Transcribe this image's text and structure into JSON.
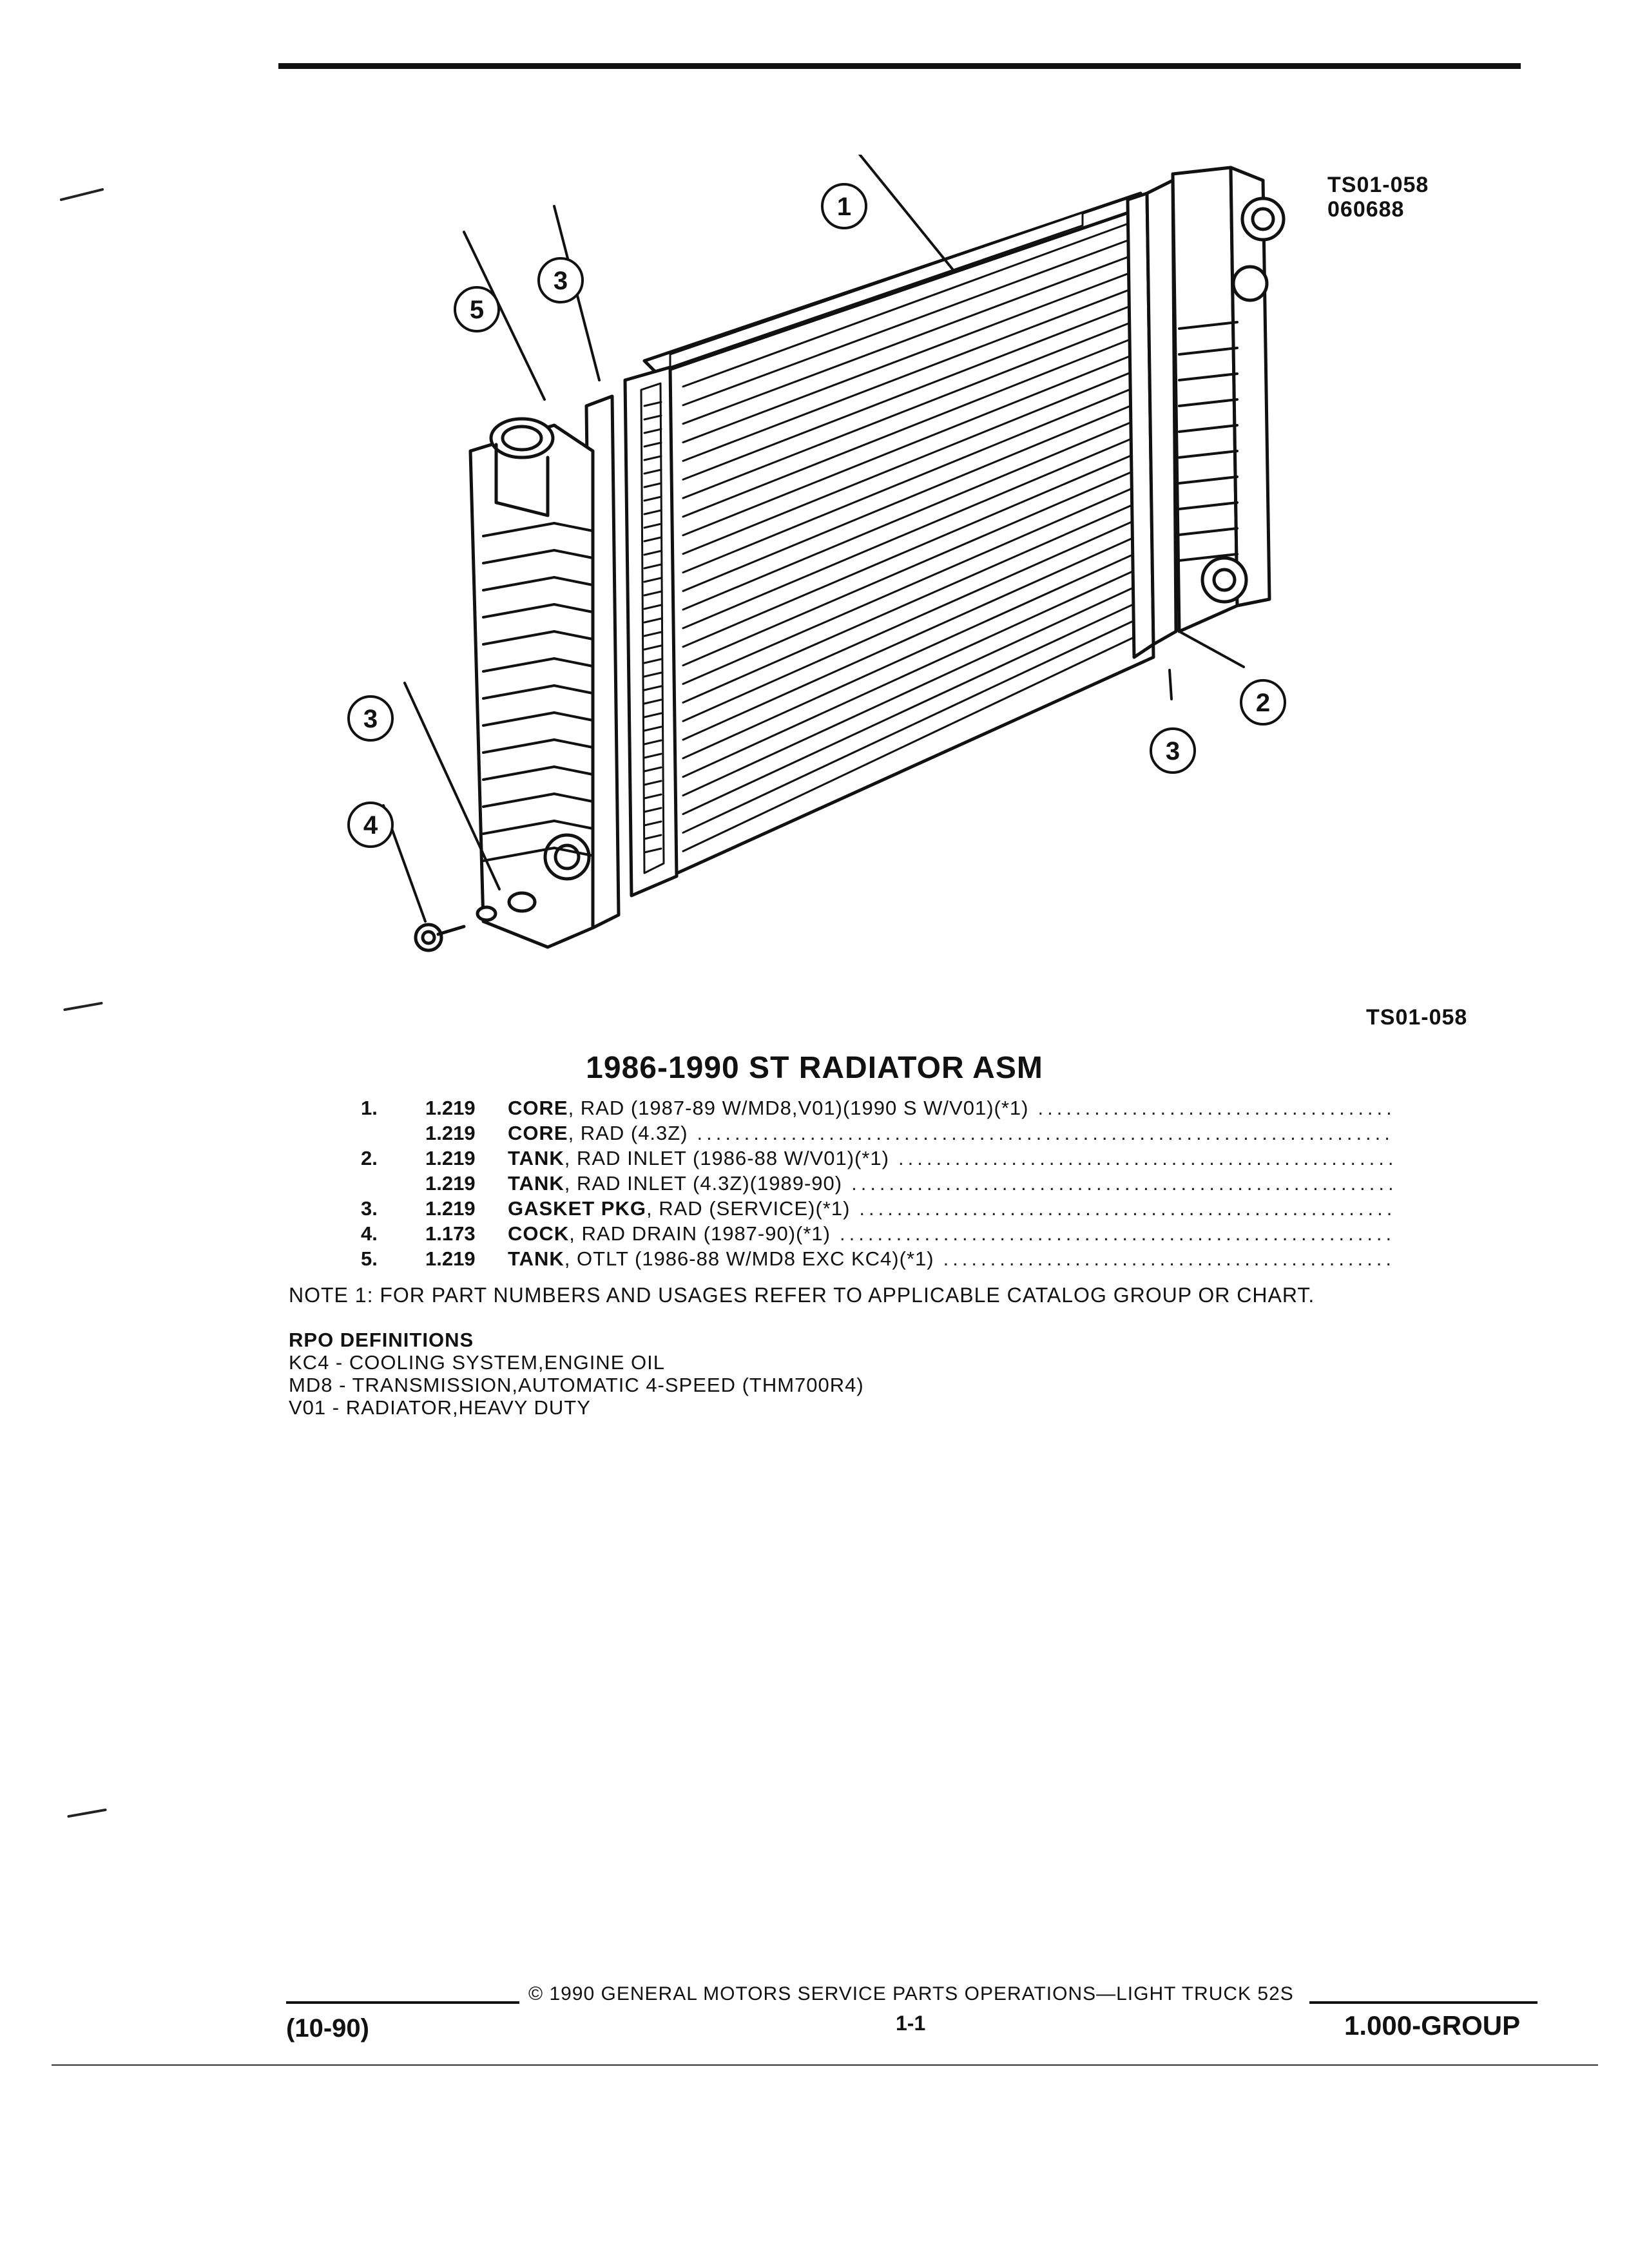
{
  "header": {
    "figure_code": "TS01-058",
    "figure_date": "060688",
    "figure_code_bottom": "TS01-058"
  },
  "diagram": {
    "callouts": [
      "1",
      "2",
      "3",
      "3",
      "3",
      "4",
      "5"
    ]
  },
  "title": "1986-1990 ST RADIATOR ASM",
  "parts": [
    {
      "num": "1.",
      "group": "1.219",
      "name": "CORE",
      "desc": ", RAD (1987-89 W/MD8,V01)(1990 S W/V01)(*1)"
    },
    {
      "num": "",
      "group": "1.219",
      "name": "CORE",
      "desc": ", RAD (4.3Z)"
    },
    {
      "num": "2.",
      "group": "1.219",
      "name": "TANK",
      "desc": ", RAD INLET (1986-88 W/V01)(*1)"
    },
    {
      "num": "",
      "group": "1.219",
      "name": "TANK",
      "desc": ", RAD INLET (4.3Z)(1989-90)"
    },
    {
      "num": "3.",
      "group": "1.219",
      "name": "GASKET PKG",
      "desc": ", RAD (SERVICE)(*1)"
    },
    {
      "num": "4.",
      "group": "1.173",
      "name": "COCK",
      "desc": ", RAD DRAIN (1987-90)(*1)"
    },
    {
      "num": "5.",
      "group": "1.219",
      "name": "TANK",
      "desc": ", OTLT (1986-88 W/MD8 EXC KC4)(*1)"
    }
  ],
  "note": "NOTE  1:  FOR PART NUMBERS AND USAGES REFER TO APPLICABLE CATALOG GROUP OR CHART.",
  "rpo": {
    "title": "RPO DEFINITIONS",
    "items": [
      "KC4 - COOLING SYSTEM,ENGINE OIL",
      "MD8 - TRANSMISSION,AUTOMATIC 4-SPEED (THM700R4)",
      "V01 - RADIATOR,HEAVY DUTY"
    ]
  },
  "footer": {
    "date": "(10-90)",
    "copyright": "© 1990 GENERAL MOTORS SERVICE PARTS OPERATIONS—LIGHT TRUCK 52S",
    "page": "1-1",
    "group": "1.000-GROUP"
  }
}
